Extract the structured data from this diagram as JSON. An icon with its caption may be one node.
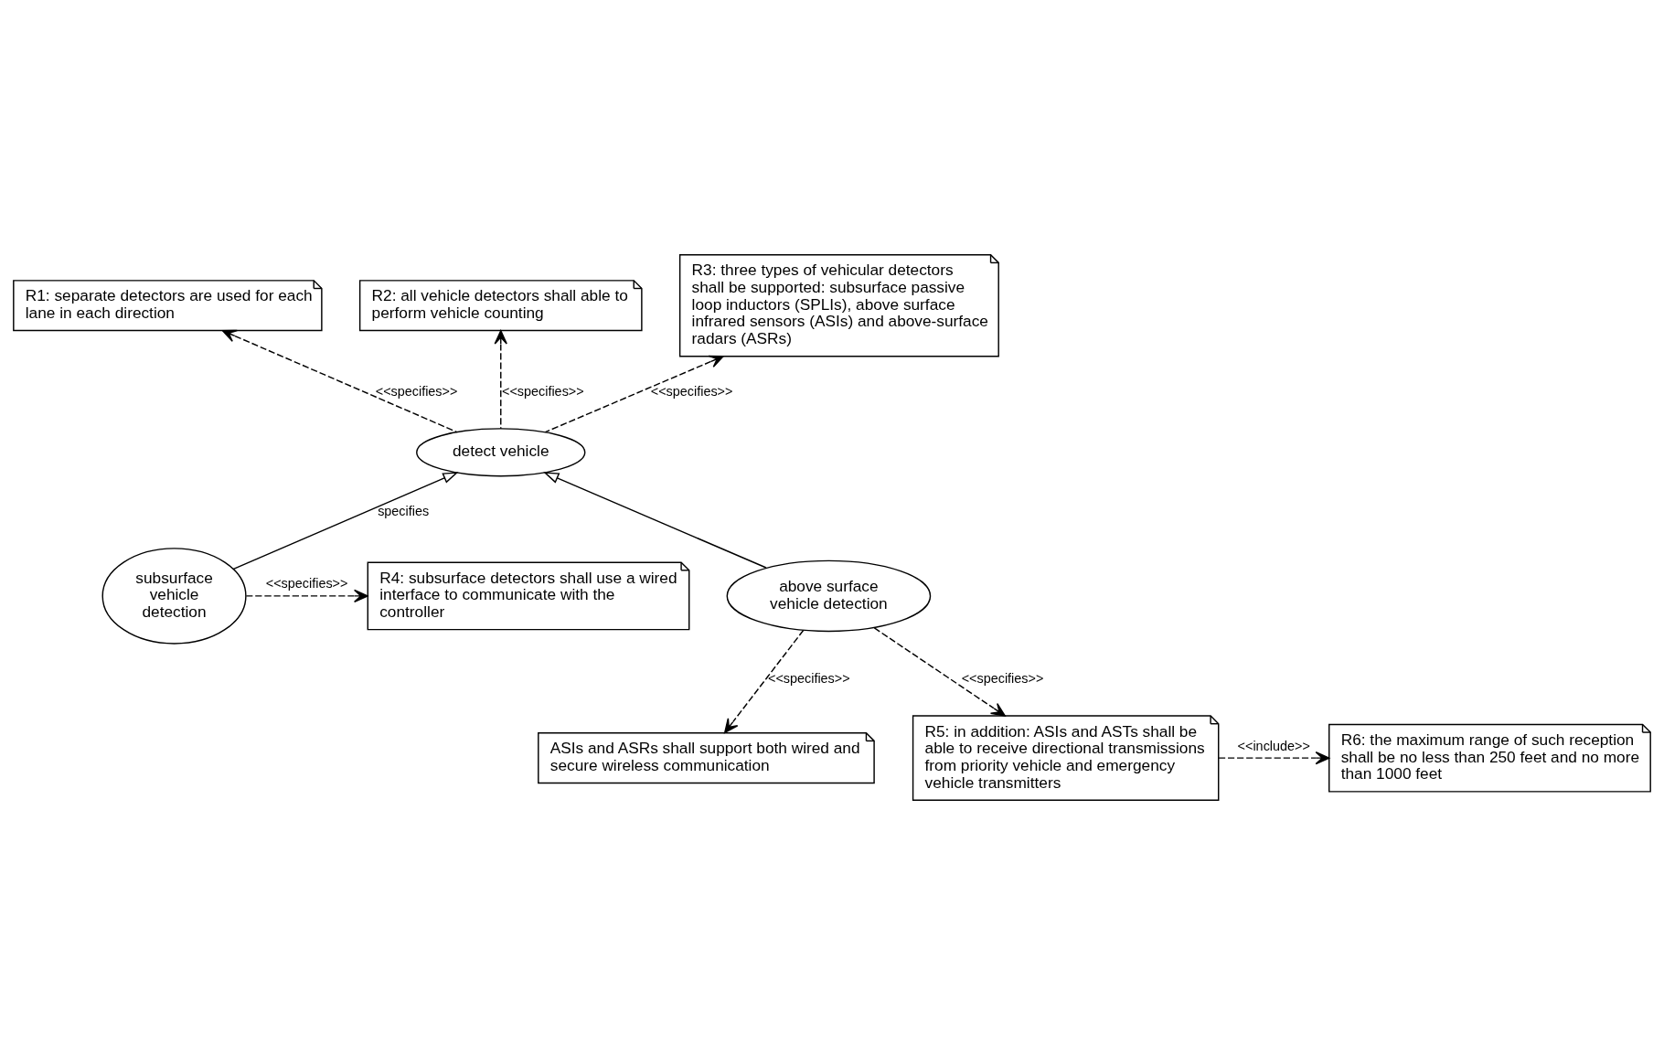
{
  "diagram": {
    "nodes": [
      {
        "text": [
          "R1: separate detectors are used for each lane in each direction"
        ]
      },
      {
        "text": [
          "R2: all vehicle detectors shall able to perform vehicle counting"
        ]
      },
      {
        "text": [
          "R3: three types of vehicular detectors shall be supported: subsurface passive loop inductors (SPLIs), above surface infrared sensors (ASIs) and above-surface radars (ASRs)"
        ]
      },
      {
        "text": [
          "detect vehicle"
        ]
      },
      {
        "text": [
          "R4: subsurface detectors shall use a wired interface to communicate with the controller"
        ]
      },
      {
        "text": [
          "subsurface vehicle detection"
        ]
      },
      {
        "text": [
          "above surface vehicle detection"
        ]
      },
      {
        "text": [
          "ASIs and ASRs shall support both wired and secure wireless communication"
        ]
      },
      {
        "text": [
          "R5: in addition: ASIs and ASTs shall be able to receive directional transmissions from priority vehicle and emergency vehicle transmitters"
        ]
      },
      {
        "text": [
          "R6: the maximum range of such reception shall be no less than 250 feet and no more than 1000 feet"
        ]
      }
    ],
    "edges": [
      {
        "from": 3,
        "to": 0,
        "arrow": "to",
        "style": "dashed",
        "label": "<<specifies>>"
      },
      {
        "from": 3,
        "to": 1,
        "arrow": "to",
        "style": "dashed",
        "label": "<<specifies>>"
      },
      {
        "from": 3,
        "to": 2,
        "arrow": "to",
        "style": "dashed",
        "label": "<<specifies>>"
      },
      {
        "from": 5,
        "to": 3,
        "arrow": "to",
        "label": "specifies"
      },
      {
        "from": 6,
        "to": 3,
        "arrow": "to"
      },
      {
        "from": 5,
        "to": 4,
        "arrow": "to",
        "style": "dashed",
        "label": "<<specifies>>"
      },
      {
        "from": 6,
        "to": 7,
        "arrow": "to",
        "style": "dashed",
        "label": "<<specifies>>"
      },
      {
        "from": 6,
        "to": 8,
        "arrow": "to",
        "style": "dashed",
        "label": "<<specifies>>"
      },
      {
        "from": 8,
        "to": 9,
        "arrow": "to",
        "style": "dashed",
        "label": "<<include>>"
      }
    ]
  }
}
